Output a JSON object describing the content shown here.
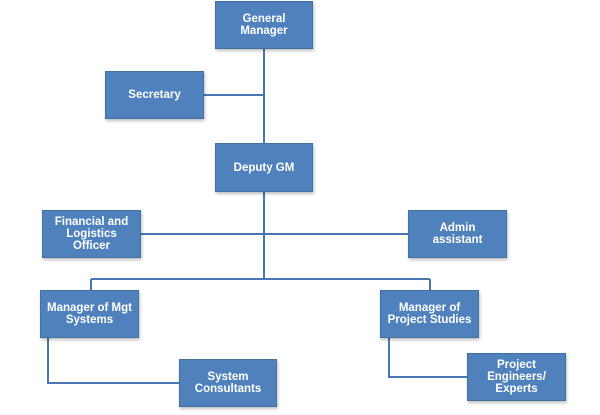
{
  "org_chart": {
    "positions": {
      "general_manager": "General\nManager",
      "secretary": "Secretary",
      "deputy_gm": "Deputy GM",
      "financial_logistics_officer": "Financial and\nLogistics\nOfficer",
      "admin_assistant": "Admin\nassistant",
      "manager_mgt_systems": "Manager of Mgt\nSystems",
      "manager_project_studies": "Manager of\nProject Studies",
      "system_consultants": "System\nConsultants",
      "project_engineers_experts": "Project\nEngineers/\nExperts"
    },
    "reporting_lines": [
      {
        "from": "general_manager",
        "to": "secretary"
      },
      {
        "from": "general_manager",
        "to": "deputy_gm"
      },
      {
        "from": "deputy_gm",
        "to": "financial_logistics_officer"
      },
      {
        "from": "deputy_gm",
        "to": "admin_assistant"
      },
      {
        "from": "deputy_gm",
        "to": "manager_mgt_systems"
      },
      {
        "from": "deputy_gm",
        "to": "manager_project_studies"
      },
      {
        "from": "manager_mgt_systems",
        "to": "system_consultants"
      },
      {
        "from": "manager_project_studies",
        "to": "project_engineers_experts"
      }
    ]
  },
  "colors": {
    "box_fill": "#4f81bd",
    "box_border": "#41719c",
    "connector": "#4a77b4",
    "text": "#ffffff"
  }
}
